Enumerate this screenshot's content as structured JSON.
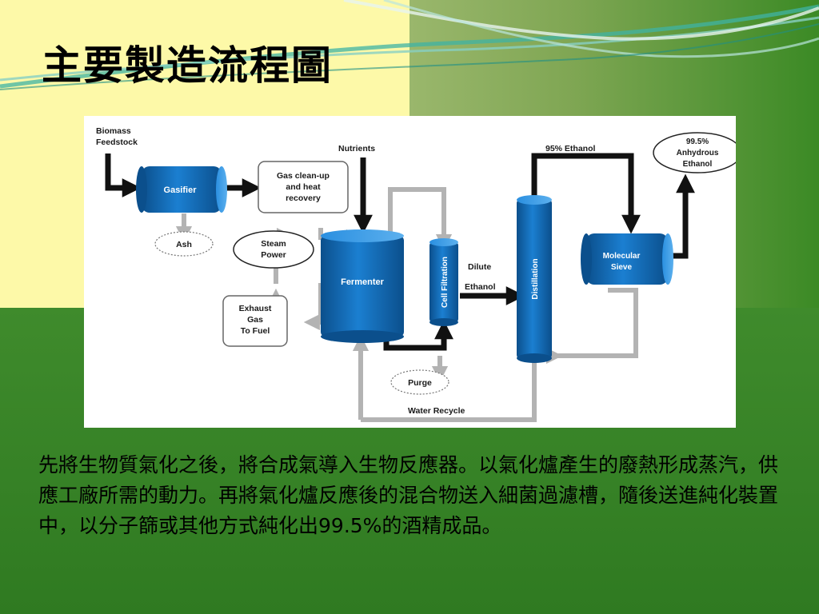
{
  "slide": {
    "title": "主要製造流程圖",
    "caption": "先將生物質氣化之後，將合成氣導入生物反應器。以氣化爐產生的廢熱形成蒸汽，供應工廠所需的動力。再將氣化爐反應後的混合物送入細菌過濾槽，隨後送進純化裝置中，以分子篩或其他方式純化出99.5%的酒精成品。"
  },
  "diagram": {
    "biomass": [
      "Biomass",
      "Feedstock"
    ],
    "gasifier": "Gasifier",
    "ash": "Ash",
    "gas_cleanup": [
      "Gas clean-up",
      "and heat",
      "recovery"
    ],
    "steam": [
      "Steam",
      "Power"
    ],
    "exhaust": [
      "Exhaust",
      "Gas",
      "To Fuel"
    ],
    "nutrients": "Nutrients",
    "fermenter": "Fermenter",
    "cell_filtration": "Cell Filtration",
    "dilute": [
      "Dilute",
      "Ethanol"
    ],
    "distillation": "Distillation",
    "ethanol95": "95% Ethanol",
    "sieve": [
      "Molecular",
      "Sieve"
    ],
    "anhydrous": [
      "99.5%",
      "Anhydrous",
      "Ethanol"
    ],
    "purge": "Purge",
    "water_recycle": "Water Recycle"
  },
  "colors": {
    "tank": "#1976c4",
    "arrow_dark": "#111111",
    "arrow_gray": "#b3b3b3"
  }
}
